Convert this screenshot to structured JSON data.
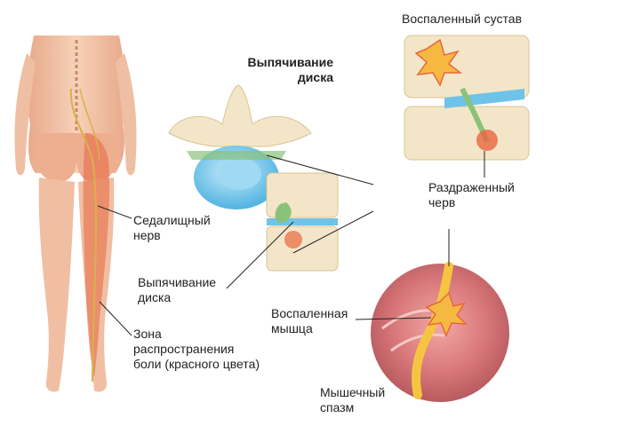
{
  "labels": {
    "inflamed_joint": "Воспаленный сустав",
    "disc_bulge_top": "Выпячивание\nдиска",
    "sciatic_nerve": "Седалищный\nнерв",
    "disc_bulge_bottom": "Выпячивание\nдиска",
    "irritated_nerve": "Раздраженный\nчерв",
    "inflamed_muscle": "Воспаленная\nмышца",
    "pain_zone": "Зона\nраспространения\nболи (красного цвета)",
    "muscle_spasm": "Мышечный\nспазм"
  },
  "colors": {
    "skin": "#f2c3a4",
    "pain": "#e8663f",
    "disc": "#6fc3e8",
    "bone": "#f3e6c8",
    "nerve": "#f5c542",
    "muscle": "#d9787a"
  }
}
